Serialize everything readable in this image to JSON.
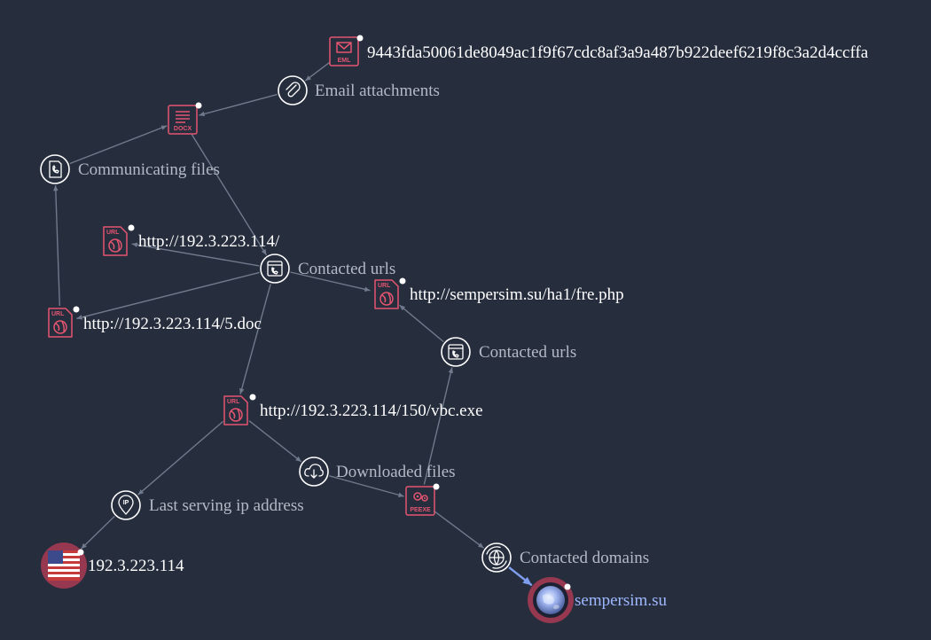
{
  "graph": {
    "nodes": {
      "eml": {
        "label": "9443fda50061de8049ac1f9f67cdc8af3a9a487b922deef6219f8c3a2d4ccffa",
        "file_tag": "EML",
        "icon": "email-file-icon"
      },
      "rel_email_attachments": {
        "label": "Email attachments",
        "icon": "paperclip-icon"
      },
      "docx": {
        "label": "",
        "file_tag": "DOCX",
        "icon": "docx-file-icon"
      },
      "rel_communicating_files": {
        "label": "Communicating files",
        "icon": "communicating-file-icon"
      },
      "url_root": {
        "label": "http://192.3.223.114/",
        "file_tag": "URL",
        "icon": "url-file-icon"
      },
      "rel_contacted_urls_1": {
        "label": "Contacted urls",
        "icon": "browser-window-icon"
      },
      "url_fre": {
        "label": "http://sempersim.su/ha1/fre.php",
        "file_tag": "URL",
        "icon": "url-file-icon"
      },
      "url_doc": {
        "label": "http://192.3.223.114/5.doc",
        "file_tag": "URL",
        "icon": "url-file-icon"
      },
      "rel_contacted_urls_2": {
        "label": "Contacted urls",
        "icon": "browser-window-icon"
      },
      "url_vbc": {
        "label": "http://192.3.223.114/150/vbc.exe",
        "file_tag": "URL",
        "icon": "url-file-icon"
      },
      "rel_downloaded_files": {
        "label": "Downloaded files",
        "icon": "cloud-download-icon"
      },
      "peexe": {
        "label": "",
        "file_tag": "PEEXE",
        "icon": "peexe-file-icon"
      },
      "rel_last_serving_ip": {
        "label": "Last serving ip address",
        "icon": "ip-pin-icon"
      },
      "ip": {
        "label": "192.3.223.114",
        "icon": "us-flag-icon"
      },
      "rel_contacted_domains": {
        "label": "Contacted domains",
        "icon": "globe-refresh-icon"
      },
      "domain": {
        "label": "sempersim.su",
        "icon": "globe-icon"
      }
    },
    "edges": [
      [
        "eml",
        "rel_email_attachments"
      ],
      [
        "rel_email_attachments",
        "docx"
      ],
      [
        "rel_communicating_files",
        "docx"
      ],
      [
        "docx",
        "rel_contacted_urls_1"
      ],
      [
        "url_doc",
        "rel_communicating_files"
      ],
      [
        "rel_contacted_urls_1",
        "url_root"
      ],
      [
        "rel_contacted_urls_1",
        "url_fre"
      ],
      [
        "rel_contacted_urls_1",
        "url_doc"
      ],
      [
        "rel_contacted_urls_1",
        "url_vbc"
      ],
      [
        "url_vbc",
        "rel_downloaded_files"
      ],
      [
        "rel_downloaded_files",
        "peexe"
      ],
      [
        "url_vbc",
        "rel_last_serving_ip"
      ],
      [
        "rel_last_serving_ip",
        "ip"
      ],
      [
        "peexe",
        "rel_contacted_urls_2"
      ],
      [
        "rel_contacted_urls_2",
        "url_fre"
      ],
      [
        "peexe",
        "rel_contacted_domains"
      ],
      [
        "rel_contacted_domains",
        "domain"
      ]
    ],
    "highlighted_edge": [
      "rel_contacted_domains",
      "domain"
    ],
    "colors": {
      "background": "#262d3d",
      "file_icon": "#e45570",
      "edge": "#6f7a8c",
      "edge_highlight": "#7f9ef0",
      "domain_label": "#9fb8ff"
    }
  }
}
